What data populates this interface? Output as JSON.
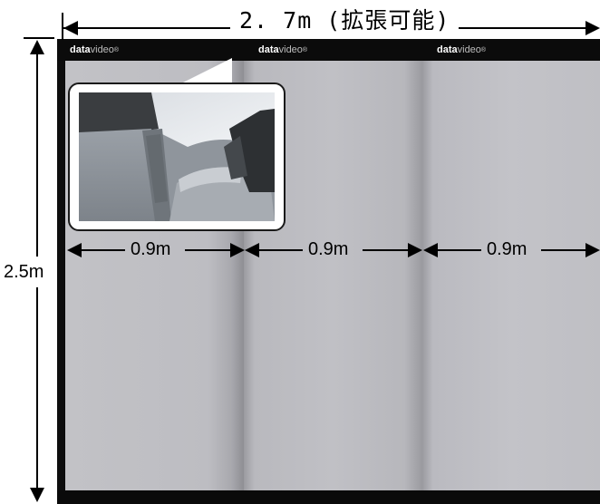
{
  "dimensions": {
    "total_width_label": "2. 7m (拡張可能)",
    "height_label": "2.5m",
    "panel_width_labels": [
      "0.9m",
      "0.9m",
      "0.9m"
    ]
  },
  "panels": [
    {
      "logo_bold": "data",
      "logo_thin": "video"
    },
    {
      "logo_bold": "data",
      "logo_thin": "video"
    },
    {
      "logo_bold": "data",
      "logo_thin": "video"
    }
  ],
  "logo_mark": "®",
  "colors": {
    "frame": "#0d0d0d",
    "panel_gray": "#c2c2c6",
    "dimension_lines": "#000000"
  },
  "icons": [
    "arrow-left-icon",
    "arrow-right-icon",
    "arrow-up-icon",
    "arrow-down-icon"
  ]
}
